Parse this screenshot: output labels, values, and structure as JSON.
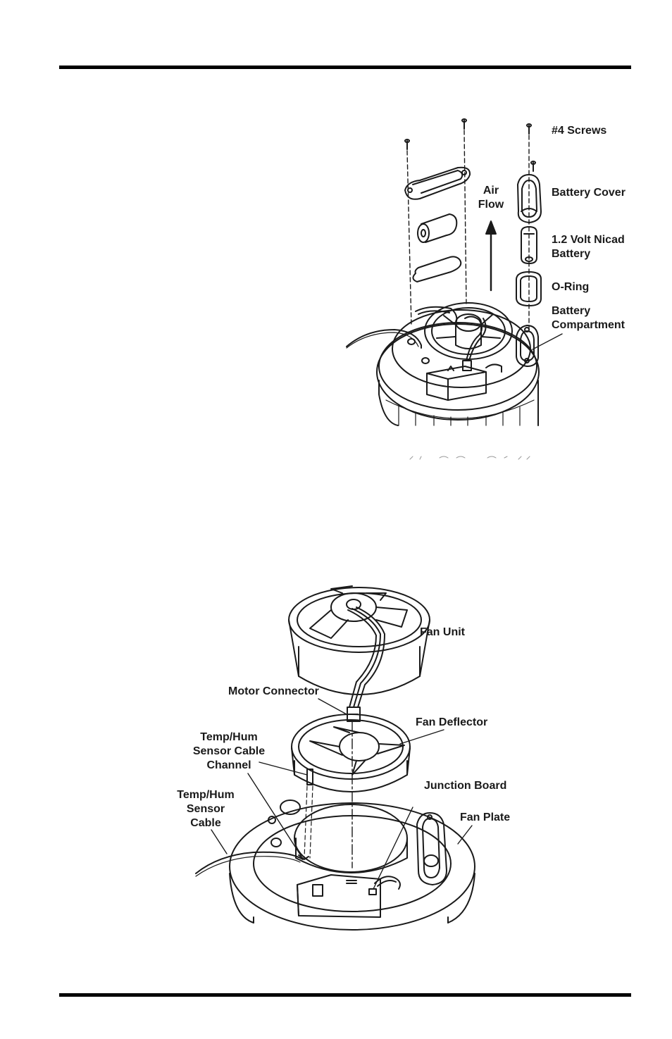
{
  "diagram_1": {
    "labels": {
      "screws": "#4 Screws",
      "battery_cover": "Battery Cover",
      "battery": "1.2 Volt Nicad\nBattery",
      "o_ring": "O-Ring",
      "battery_compartment": "Battery\nCompartment",
      "air_flow": "Air\nFlow"
    }
  },
  "diagram_2": {
    "labels": {
      "fan_unit": "Fan Unit",
      "motor_connector": "Motor Connector",
      "fan_deflector": "Fan Deflector",
      "cable_channel": "Temp/Hum\nSensor Cable\nChannel",
      "sensor_cable": "Temp/Hum\nSensor\nCable",
      "junction_board": "Junction Board",
      "fan_plate": "Fan Plate"
    }
  },
  "colors": {
    "line": "#1a1a1a",
    "rule": "#000000",
    "background": "#ffffff"
  }
}
